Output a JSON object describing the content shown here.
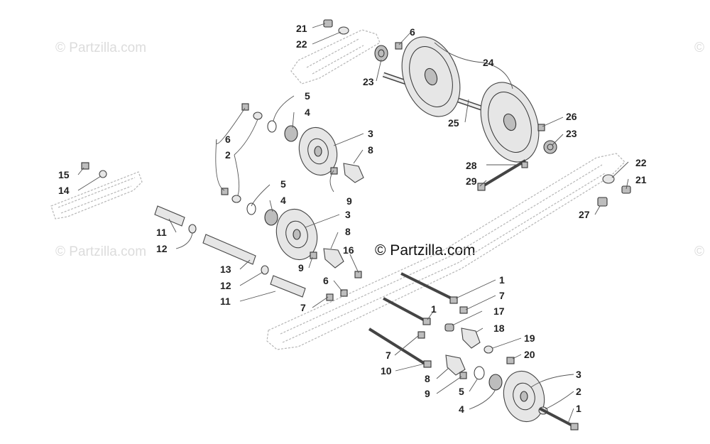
{
  "watermarks": {
    "corner": "© Partzilla.com",
    "center": "© Partzilla.com",
    "edge": "©"
  },
  "callouts": {
    "c21a": "21",
    "c22a": "22",
    "c6a": "6",
    "c24": "24",
    "c23a": "23",
    "c25": "25",
    "c26": "26",
    "c23b": "23",
    "c5a": "5",
    "c4a": "4",
    "c6b": "6",
    "c2a": "2",
    "c3a": "3",
    "c8a": "8",
    "c28": "28",
    "c29": "29",
    "c22b": "22",
    "c21b": "21",
    "c27": "27",
    "c15": "15",
    "c14": "14",
    "c9a": "9",
    "c5b": "5",
    "c4b": "4",
    "c3b": "3",
    "c11a": "11",
    "c12a": "12",
    "c8b": "8",
    "c16": "16",
    "c9b": "9",
    "c13": "13",
    "c12b": "12",
    "c6c": "6",
    "c11b": "11",
    "c7a": "7",
    "c1a": "1",
    "c7b": "7",
    "c1b": "1",
    "c17": "17",
    "c18": "18",
    "c19": "19",
    "c20": "20",
    "c7c": "7",
    "c10": "10",
    "c8c": "8",
    "c9c": "9",
    "c5c": "5",
    "c4c": "4",
    "c3c": "3",
    "c2b": "2",
    "c1c": "1"
  },
  "colors": {
    "line": "#444444",
    "fill": "#e6e6e6",
    "rail": "#b5b5b5",
    "watermark": "#dcdcdc"
  }
}
